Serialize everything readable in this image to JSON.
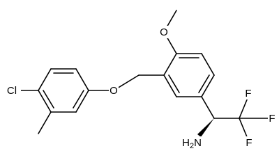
{
  "molecule": {
    "atoms": {
      "cl": "Cl",
      "o_ether": "O",
      "o_methoxy": "O",
      "nh2": "H2N",
      "f1": "F",
      "f2": "F",
      "f3": "F"
    }
  }
}
